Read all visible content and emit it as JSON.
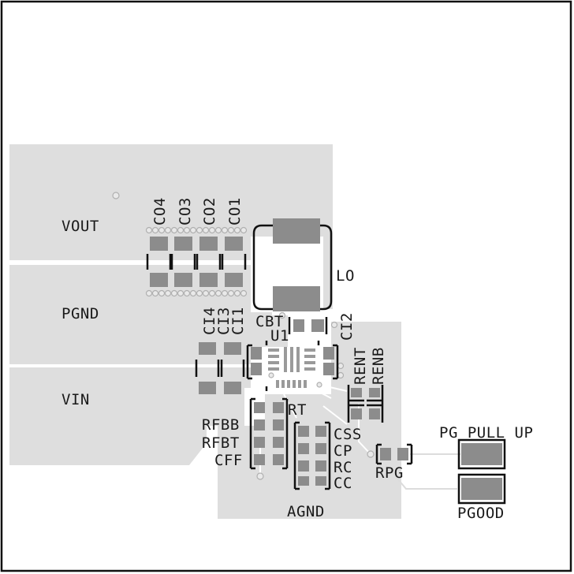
{
  "nets": {
    "vout": "VOUT",
    "pgnd": "PGND",
    "vin": "VIN",
    "agnd": "AGND"
  },
  "components": {
    "co4": "CO4",
    "co3": "CO3",
    "co2": "CO2",
    "co1": "CO1",
    "lo": "LO",
    "ci4": "CI4",
    "ci3": "CI3",
    "ci1": "CI1",
    "ci2": "CI2",
    "cbt": "CBT",
    "u1": "U1",
    "rent": "RENT",
    "renb": "RENB",
    "rt": "RT",
    "rfbb": "RFBB",
    "rfbt": "RFBT",
    "cff": "CFF",
    "css": "CSS",
    "cp": "CP",
    "rc": "RC",
    "cc": "CC",
    "rpg": "RPG"
  },
  "connectors": {
    "pg_pull_up": "PG PULL UP",
    "pgood": "PGOOD"
  },
  "colors": {
    "copper_zone": "#dedede",
    "pad": "#8c8c8c",
    "silkscreen": "#1a1a1a",
    "board_outline": "#111111"
  }
}
